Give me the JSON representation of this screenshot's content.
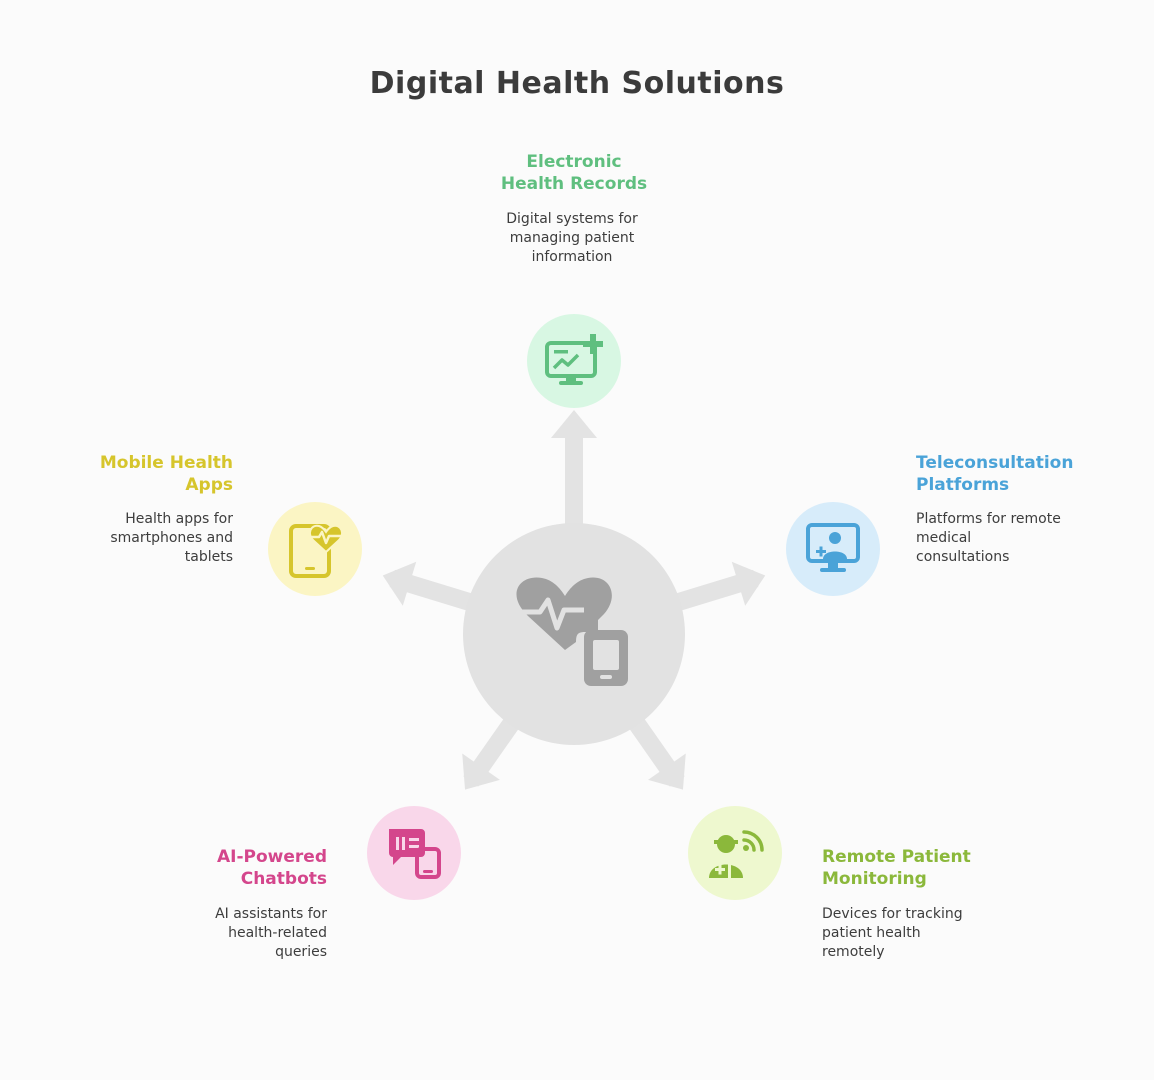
{
  "title": "Digital Health Solutions",
  "center": {
    "icon": "heart-with-tablet-icon"
  },
  "items": [
    {
      "heading": [
        "Electronic",
        "Health Records"
      ],
      "description": [
        "Digital systems for",
        "managing patient",
        "information"
      ],
      "icon": "medical-monitor-icon",
      "color": "#5fbf7f",
      "bg": "#d8f7e3"
    },
    {
      "heading": [
        "Teleconsultation",
        "Platforms"
      ],
      "description": [
        "Platforms for remote",
        "medical",
        "consultations"
      ],
      "icon": "doctor-screen-icon",
      "color": "#4aa3d8",
      "bg": "#d7ecfa"
    },
    {
      "heading": [
        "Remote Patient",
        "Monitoring"
      ],
      "description": [
        "Devices for tracking",
        "patient health",
        "remotely"
      ],
      "icon": "patient-signal-icon",
      "color": "#8bb83b",
      "bg": "#eef8cf"
    },
    {
      "heading": [
        "AI-Powered",
        "Chatbots"
      ],
      "description": [
        "AI assistants for",
        "health-related",
        "queries"
      ],
      "icon": "chat-bubbles-icon",
      "color": "#d4468c",
      "bg": "#f9d7ea"
    },
    {
      "heading": [
        "Mobile Health",
        "Apps"
      ],
      "description": [
        "Health apps for",
        "smartphones and",
        "tablets"
      ],
      "icon": "tablet-heart-icon",
      "color": "#d6c52c",
      "bg": "#fbf5c4"
    }
  ]
}
